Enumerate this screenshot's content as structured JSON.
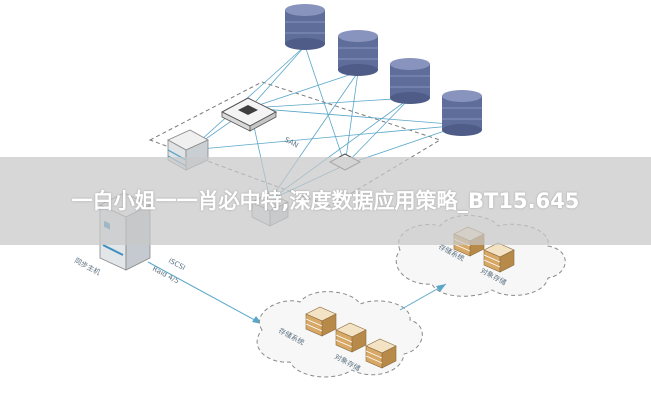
{
  "title": "一白小姐一一肖必中特,深度数据应用策略_BT15.645",
  "diagram": {
    "san_label": "SAN",
    "host_label": "同步主机",
    "link_label_1": "iSCSI",
    "link_label_2": "Raid 4/5",
    "storage_a_label": "存储系统",
    "storage_a_sub": "对象存储",
    "storage_b_label": "存储系统",
    "storage_b_sub": "对象存储"
  },
  "colors": {
    "database": "#5f6d9a",
    "database_top": "#8894bd",
    "line": "#5aa6c8",
    "dashed": "#7a7a7a",
    "rack": "#d7a866",
    "server": "#dfe3e6"
  }
}
